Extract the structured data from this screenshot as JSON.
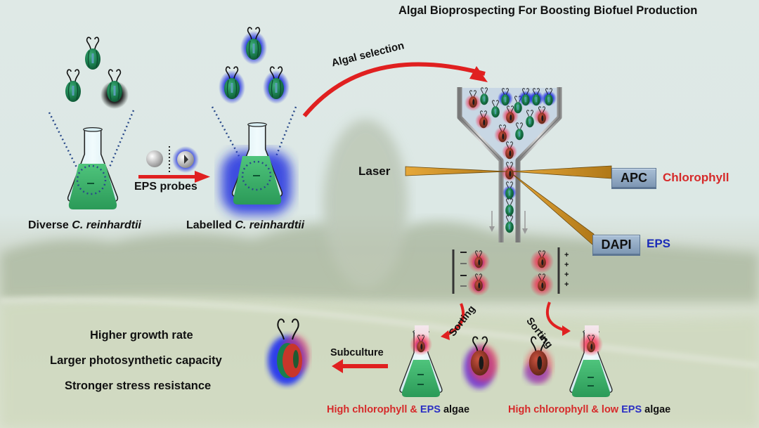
{
  "title": "Algal Bioprospecting For Boosting Biofuel Production",
  "stage1": {
    "label_prefix": "Diverse",
    "label_species": "C. reinhardtii"
  },
  "probe_step": {
    "label": "EPS probes"
  },
  "stage2": {
    "label_prefix": "Labelled",
    "label_species": "C. reinhardtii"
  },
  "selection": {
    "label": "Algal selection"
  },
  "flow_cytometer": {
    "laser_label": "Laser",
    "detectors": [
      {
        "channel": "APC",
        "target": "Chlorophyll",
        "color": "#d62a2a"
      },
      {
        "channel": "DAPI",
        "target": "EPS",
        "color": "#1b2cb8"
      }
    ],
    "plate_left_charges": [
      "−",
      "−",
      "−",
      "−"
    ],
    "plate_right_charges": [
      "+",
      "+",
      "+",
      "+"
    ]
  },
  "sorting": {
    "left_label": "Sorting",
    "right_label": "Sorting"
  },
  "subculture": {
    "label": "Subculture"
  },
  "results": {
    "left": {
      "part1": "High chlorophyll & ",
      "part2": "EPS",
      "part3": " algae"
    },
    "right": {
      "part1": "High chlorophyll & low ",
      "part2": "EPS",
      "part3": " algae"
    }
  },
  "benefits": [
    "Higher growth rate",
    "Larger photosynthetic capacity",
    "Stronger stress resistance"
  ],
  "colors": {
    "algae_green": "#1e8c5a",
    "eps_blue": "#2b2fc4",
    "chlorophyll_red": "#d62a2a",
    "arrow_red": "#e02020",
    "laser_gold": "#d9a030",
    "medium_green": "#3cb46e"
  }
}
